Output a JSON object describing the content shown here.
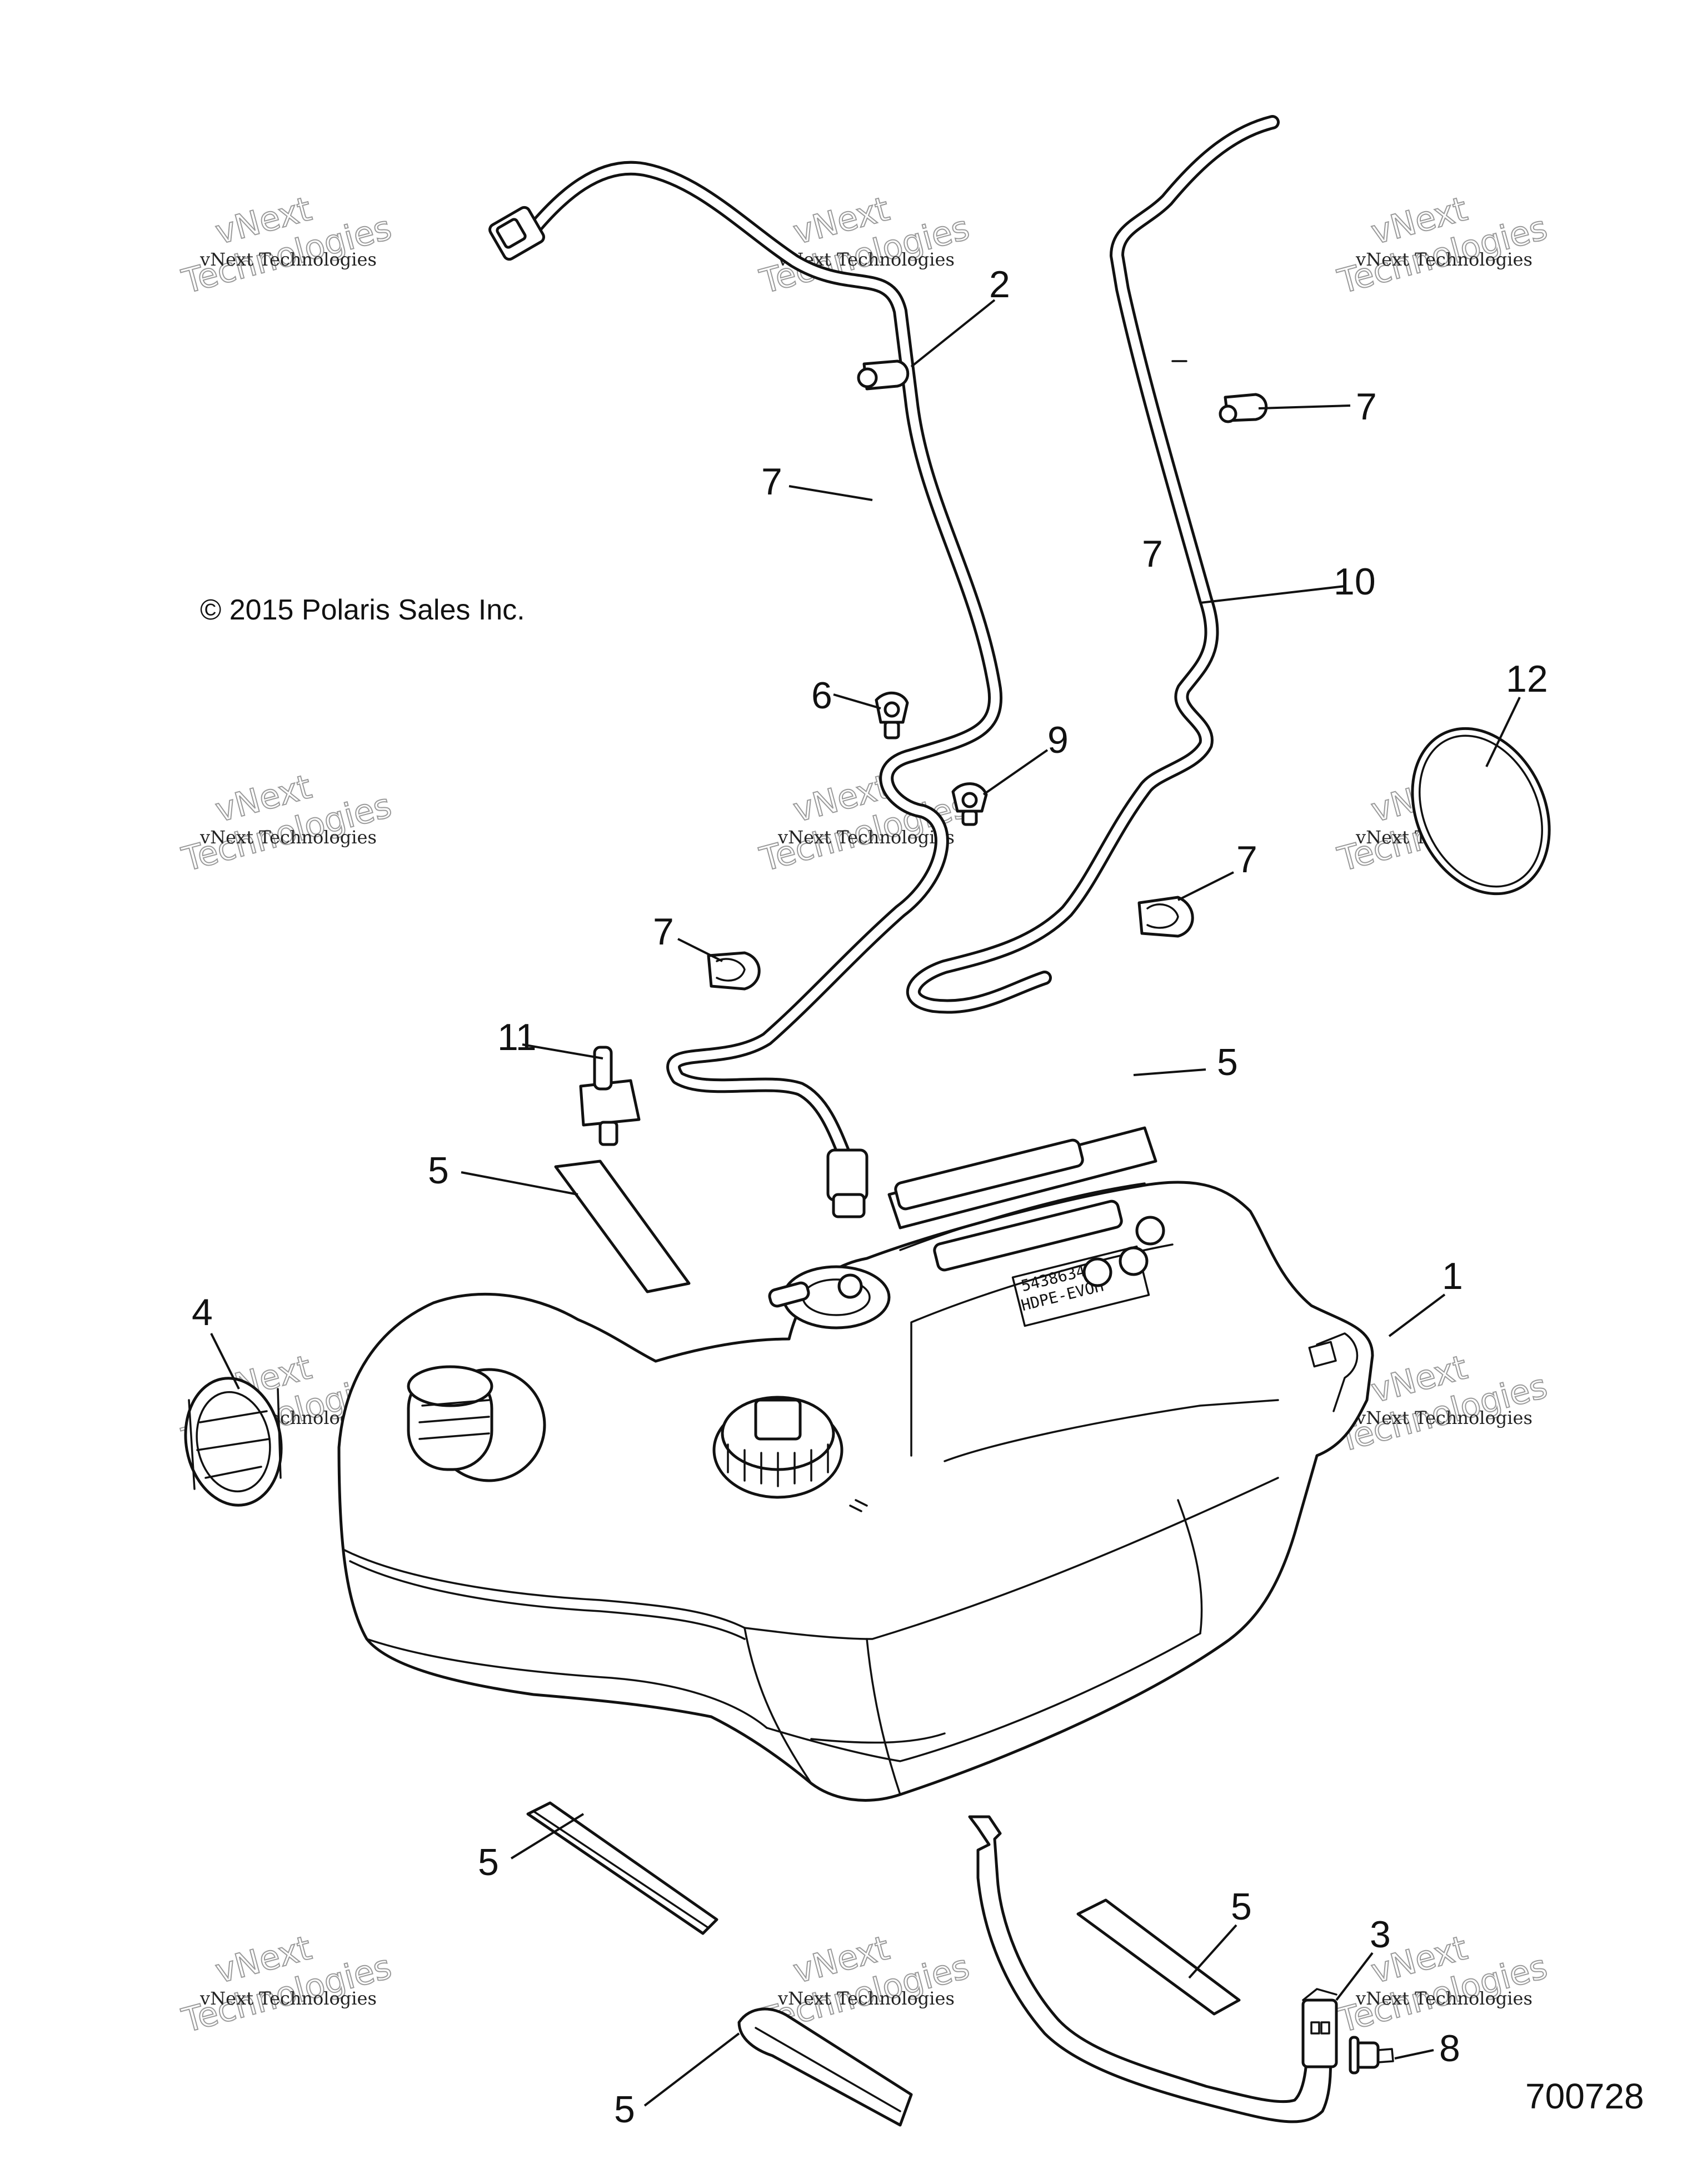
{
  "copyright": "© 2015 Polaris Sales Inc.",
  "diagram_id": "700728",
  "tank_embossing": [
    "5438634",
    "HDPE-EVOH"
  ],
  "watermark": {
    "line1": "vNext Technologies",
    "line2": "vNext",
    "line3": "Technologies"
  },
  "callouts": {
    "fuel_tank": "1",
    "vent_hose_a": "2",
    "strap": "3",
    "fuel_cap": "4",
    "pad_top": "5",
    "pad_left": "5",
    "pad_lower": "5",
    "pad_strap": "5",
    "pad_bottom": "5",
    "clip_a": "6",
    "clip_upper_right": "7",
    "clip_upper_left": "7",
    "clip_middle": "7",
    "clip_right": "7",
    "clip_left": "7",
    "screw": "8",
    "clip_b": "9",
    "vent_hose_b": "10",
    "fitting": "11",
    "gasket": "12"
  }
}
